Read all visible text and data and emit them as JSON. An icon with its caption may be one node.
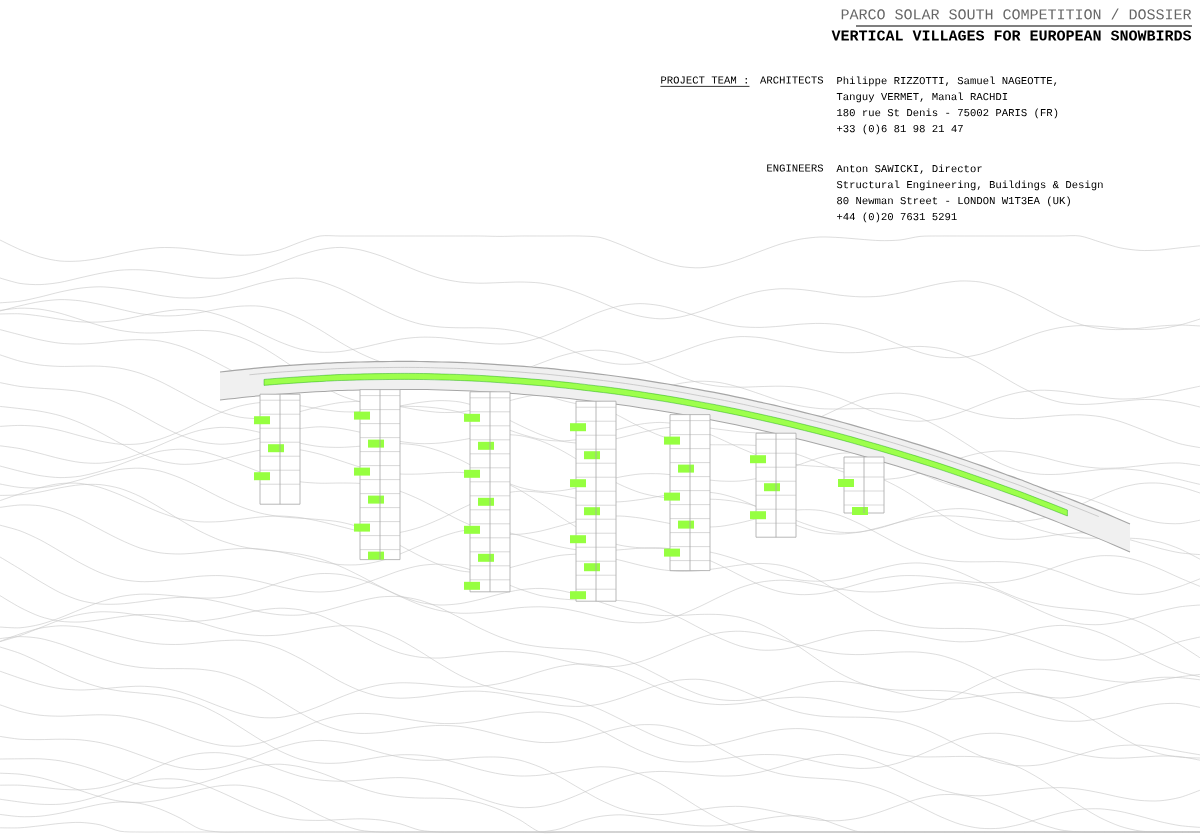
{
  "diagram": {
    "title": "PARCO SOLAR SOUTH COMPETITION / DOSSIER",
    "labels": [
      "VERTICAL VILLAGES FOR EUROPEAN SNOWBIRDS",
      "PROJECT TEAM :",
      "ARCHITECTS",
      "Philippe RIZZOTTI, Samuel NAGEOTTE,",
      "Tanguy VERMET, Manal RACHDI",
      "180 rue St Denis - 75002 PARIS (FR)",
      "+33 (0)6 81 98 21 47",
      "ENGINEERS",
      "Anton SAWICKI, Director",
      "Structural Engineering, Buildings & Design",
      "80 Newman Street - LONDON W1T3EA (UK)",
      "+44 (0)20 7631 5291"
    ]
  }
}
